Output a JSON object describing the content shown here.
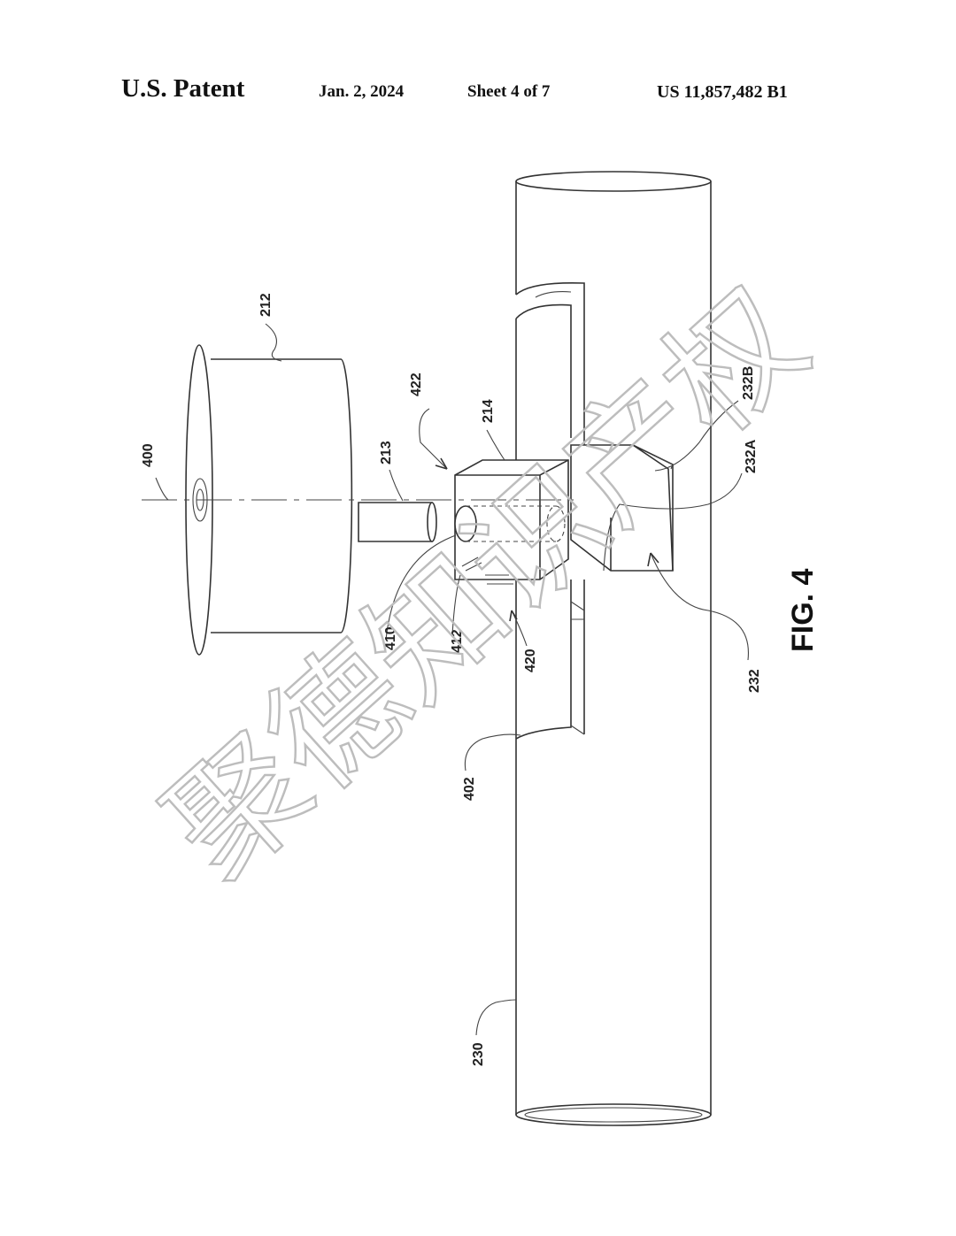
{
  "header": {
    "patent_label": "U.S. Patent",
    "date": "Jan. 2, 2024",
    "sheet": "Sheet 4 of 7",
    "patent_number": "US 11,857,482 B1"
  },
  "figure": {
    "label": "FIG. 4",
    "reference_numerals": [
      "212",
      "400",
      "213",
      "422",
      "214",
      "232B",
      "232A",
      "410",
      "412",
      "420",
      "232",
      "402",
      "230"
    ]
  },
  "watermark": "聚德知识产权"
}
